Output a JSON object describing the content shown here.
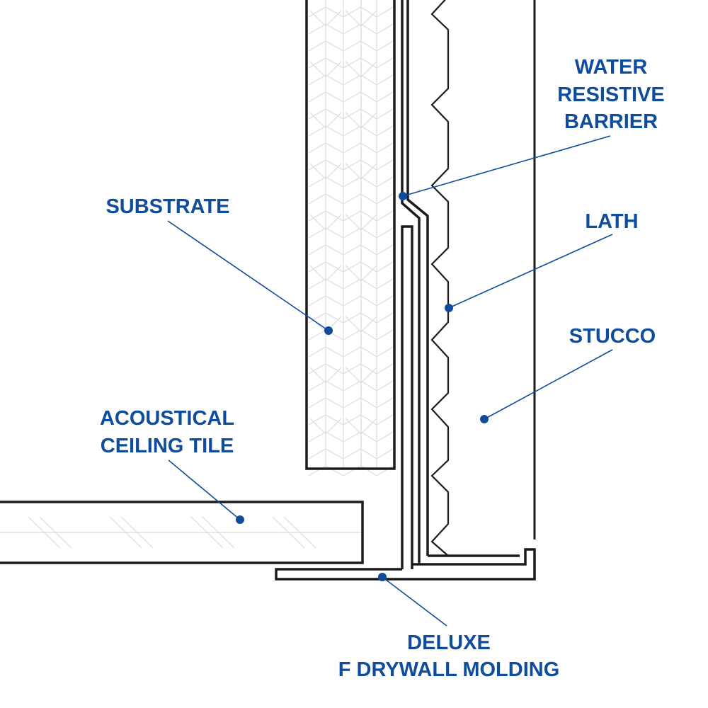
{
  "colors": {
    "label": "#0f4c9c",
    "line": "#1c1c1c",
    "hatch": "#e2e2e2",
    "background": "#ffffff"
  },
  "labels": {
    "water_resistive_barrier": [
      "WATER",
      "RESISTIVE",
      "BARRIER"
    ],
    "substrate": [
      "SUBSTRATE"
    ],
    "lath": [
      "LATH"
    ],
    "stucco": [
      "STUCCO"
    ],
    "acoustical_ceiling_tile": [
      "ACOUSTICAL",
      "CEILING TILE"
    ],
    "deluxe_f_drywall_molding": [
      "DELUXE",
      "F DRYWALL MOLDING"
    ]
  }
}
